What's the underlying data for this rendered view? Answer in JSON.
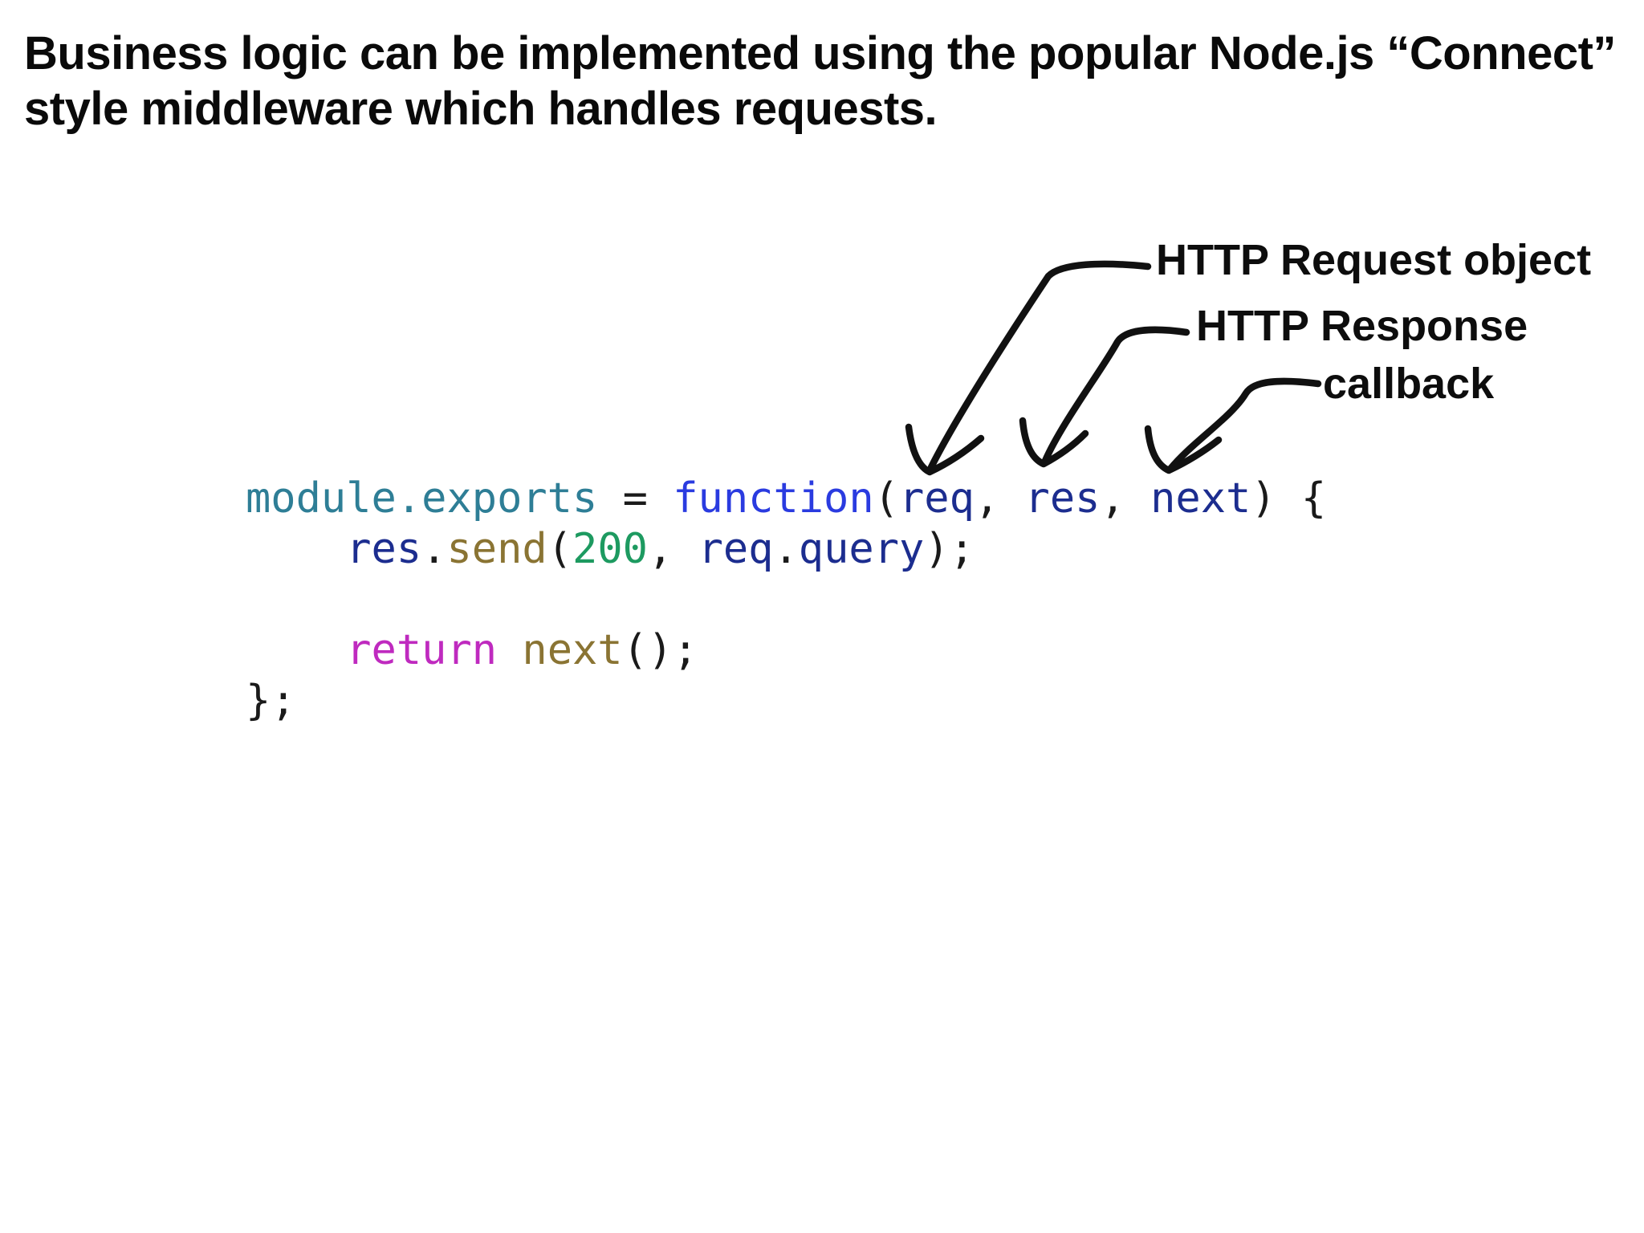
{
  "page": {
    "background": "#ffffff"
  },
  "heading": {
    "line1": "Business logic can be implemented using the popular Node.js “Connect”",
    "line2": "style middleware which handles requests."
  },
  "annotations": {
    "arrow_color": "#111111",
    "request": {
      "label": "HTTP Request object",
      "points_to": "req"
    },
    "response": {
      "label": "HTTP Response",
      "points_to": "res"
    },
    "callback": {
      "label": "callback",
      "points_to": "next"
    }
  },
  "code": {
    "language": "javascript",
    "palette": {
      "property": "#2e7e96",
      "keyword2": "#2a3be0",
      "param": "#1c2d8f",
      "method": "#8a7433",
      "number": "#1d9a60",
      "keyword": "#bf2abf",
      "punct": "#1a1a1a"
    },
    "lines": [
      [
        {
          "t": "module.exports",
          "c": "property"
        },
        {
          "t": " = ",
          "c": "punct"
        },
        {
          "t": "function",
          "c": "keyword2"
        },
        {
          "t": "(",
          "c": "punct"
        },
        {
          "t": "req",
          "c": "param"
        },
        {
          "t": ", ",
          "c": "punct"
        },
        {
          "t": "res",
          "c": "param"
        },
        {
          "t": ", ",
          "c": "punct"
        },
        {
          "t": "next",
          "c": "param"
        },
        {
          "t": ") {",
          "c": "punct"
        }
      ],
      [
        {
          "t": "    ",
          "c": "punct"
        },
        {
          "t": "res",
          "c": "param"
        },
        {
          "t": ".",
          "c": "punct"
        },
        {
          "t": "send",
          "c": "method"
        },
        {
          "t": "(",
          "c": "punct"
        },
        {
          "t": "200",
          "c": "number"
        },
        {
          "t": ", ",
          "c": "punct"
        },
        {
          "t": "req",
          "c": "param"
        },
        {
          "t": ".",
          "c": "punct"
        },
        {
          "t": "query",
          "c": "param"
        },
        {
          "t": ");",
          "c": "punct"
        }
      ],
      [],
      [
        {
          "t": "    ",
          "c": "punct"
        },
        {
          "t": "return",
          "c": "keyword"
        },
        {
          "t": " ",
          "c": "punct"
        },
        {
          "t": "next",
          "c": "method"
        },
        {
          "t": "();",
          "c": "punct"
        }
      ],
      [
        {
          "t": "};",
          "c": "punct"
        }
      ]
    ]
  }
}
